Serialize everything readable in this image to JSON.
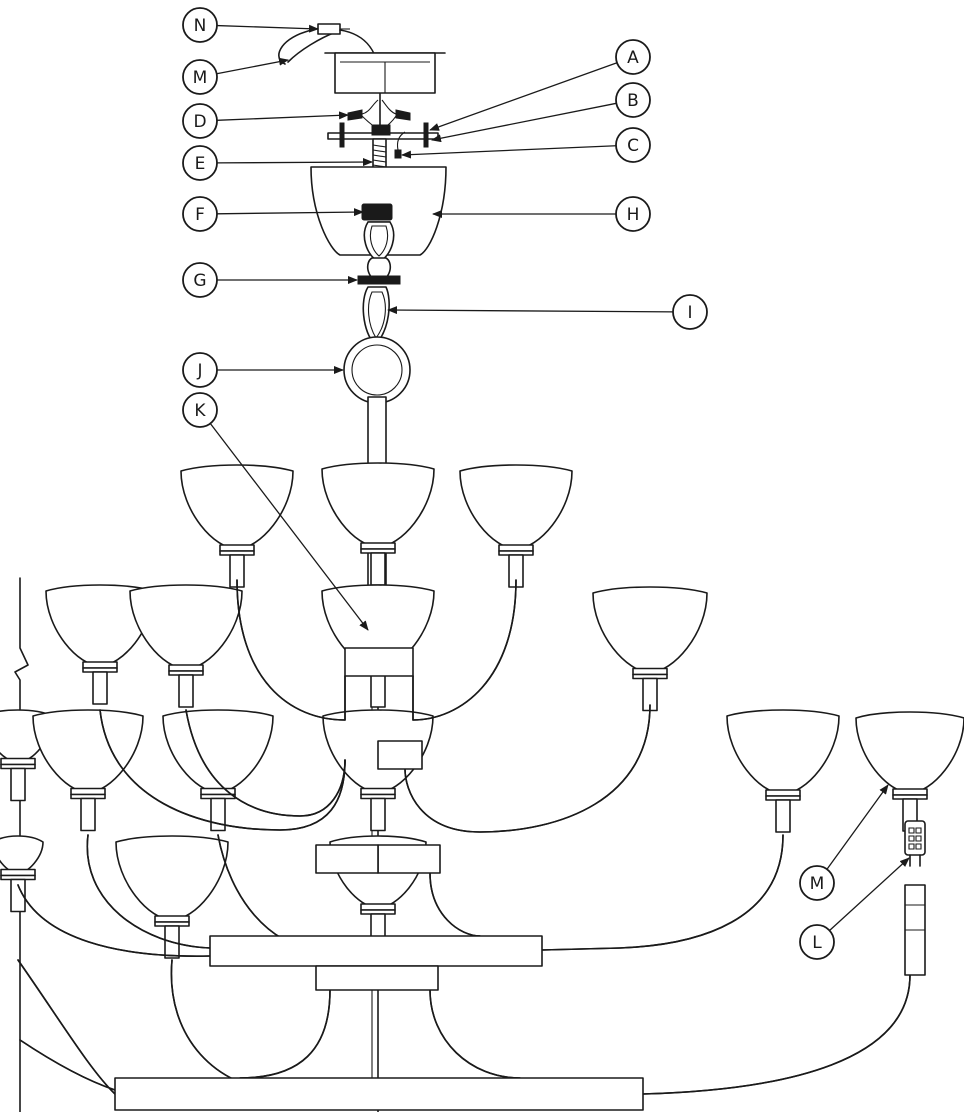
{
  "diagram": {
    "callouts": [
      {
        "id": "N",
        "label": "N"
      },
      {
        "id": "M_top",
        "label": "M"
      },
      {
        "id": "A",
        "label": "A"
      },
      {
        "id": "B",
        "label": "B"
      },
      {
        "id": "D",
        "label": "D"
      },
      {
        "id": "C",
        "label": "C"
      },
      {
        "id": "E",
        "label": "E"
      },
      {
        "id": "F",
        "label": "F"
      },
      {
        "id": "H",
        "label": "H"
      },
      {
        "id": "G",
        "label": "G"
      },
      {
        "id": "I",
        "label": "I"
      },
      {
        "id": "J",
        "label": "J"
      },
      {
        "id": "K",
        "label": "K"
      },
      {
        "id": "M_bottom",
        "label": "M"
      },
      {
        "id": "L",
        "label": "L"
      }
    ]
  }
}
